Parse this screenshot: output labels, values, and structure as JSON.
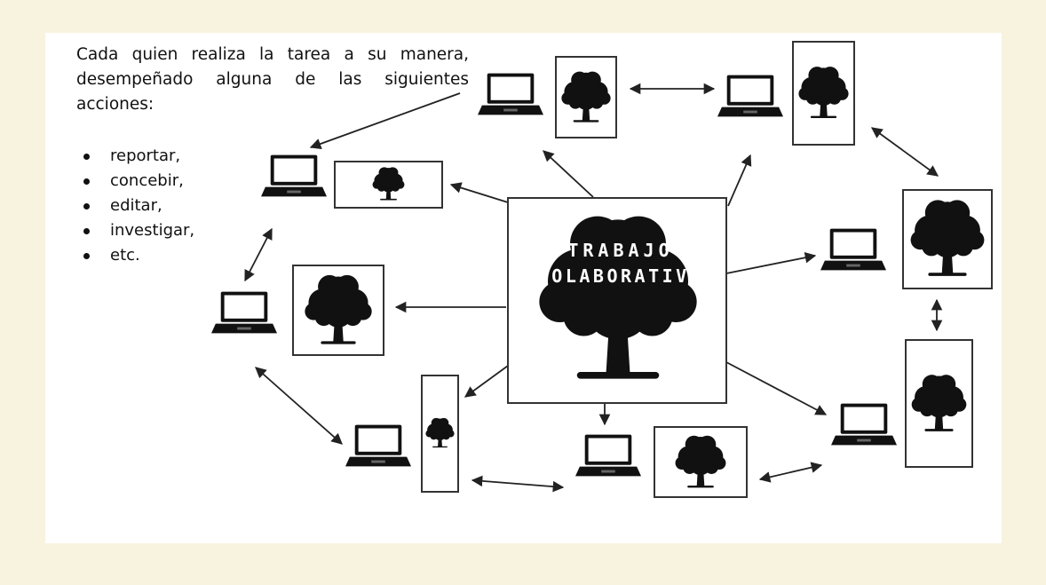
{
  "intro": {
    "text": "Cada quien realiza la tarea a su manera, desempeñado alguna de las siguientes acciones:"
  },
  "actions": [
    "reportar,",
    "concebir,",
    "editar,",
    "investigar,",
    "etc."
  ],
  "center": {
    "line1": "TRABAJO",
    "line2": "COLABORATIVO"
  },
  "colors": {
    "background": "#f7f3df",
    "card": "#ffffff",
    "ink": "#111111"
  }
}
